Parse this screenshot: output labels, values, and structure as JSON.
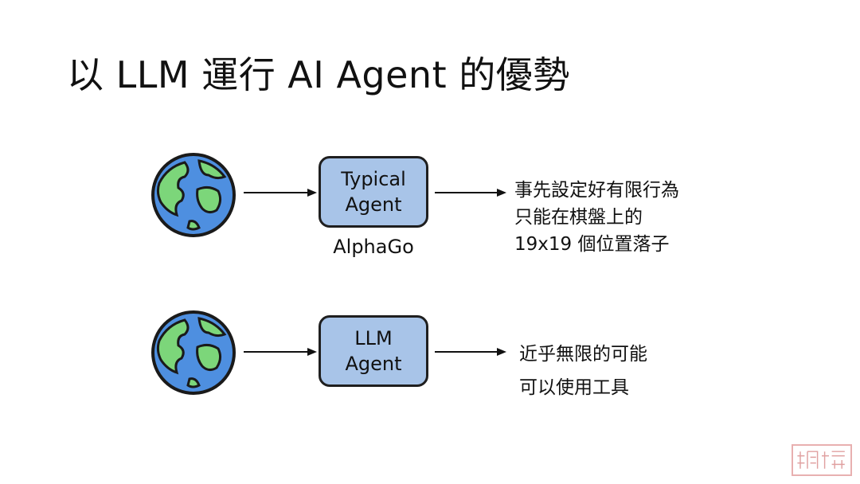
{
  "slide": {
    "title": "以 LLM 運行 AI Agent 的優勢"
  },
  "rows": [
    {
      "agent_lines": [
        "Typical",
        "Agent"
      ],
      "caption": "AlphaGo",
      "desc_lines": [
        "事先設定好有限行為",
        "只能在棋盤上的",
        "19x19 個位置落子"
      ]
    },
    {
      "agent_lines": [
        "LLM",
        "Agent"
      ],
      "desc_lines": [
        "近乎無限的可能",
        "可以使用工具"
      ]
    }
  ],
  "icons": {
    "globe": "globe-icon",
    "arrow": "arrow-right-icon"
  },
  "colors": {
    "agent_box_fill": "#a8c4e8",
    "ocean": "#4e8fe0",
    "land": "#7cd67a"
  }
}
